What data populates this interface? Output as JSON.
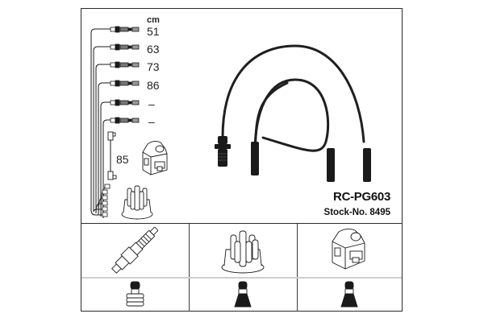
{
  "product": {
    "part_number": "RC-PG603",
    "stock_label": "Stock-No. 8495"
  },
  "legend": {
    "unit": "cm",
    "lengths": [
      "51",
      "63",
      "73",
      "86",
      "–",
      "–"
    ],
    "coil_lead_length": "85"
  },
  "components": {
    "top_row": [
      {
        "name": "spark-plug",
        "icon": "spark-plug-icon"
      },
      {
        "name": "distributor-cap",
        "icon": "distributor-cap-icon"
      },
      {
        "name": "ignition-coil",
        "icon": "ignition-coil-icon"
      }
    ],
    "bottom_row": [
      {
        "name": "plug-boot-straight",
        "icon": "straight-boot-connector-icon"
      },
      {
        "name": "cap-boot",
        "icon": "tapered-boot-connector-icon"
      },
      {
        "name": "coil-boot",
        "icon": "tapered-boot-connector-icon"
      }
    ]
  },
  "colors": {
    "line": "#1a1a1a",
    "divider_light": "#cfcfcf",
    "background": "#ffffff"
  }
}
